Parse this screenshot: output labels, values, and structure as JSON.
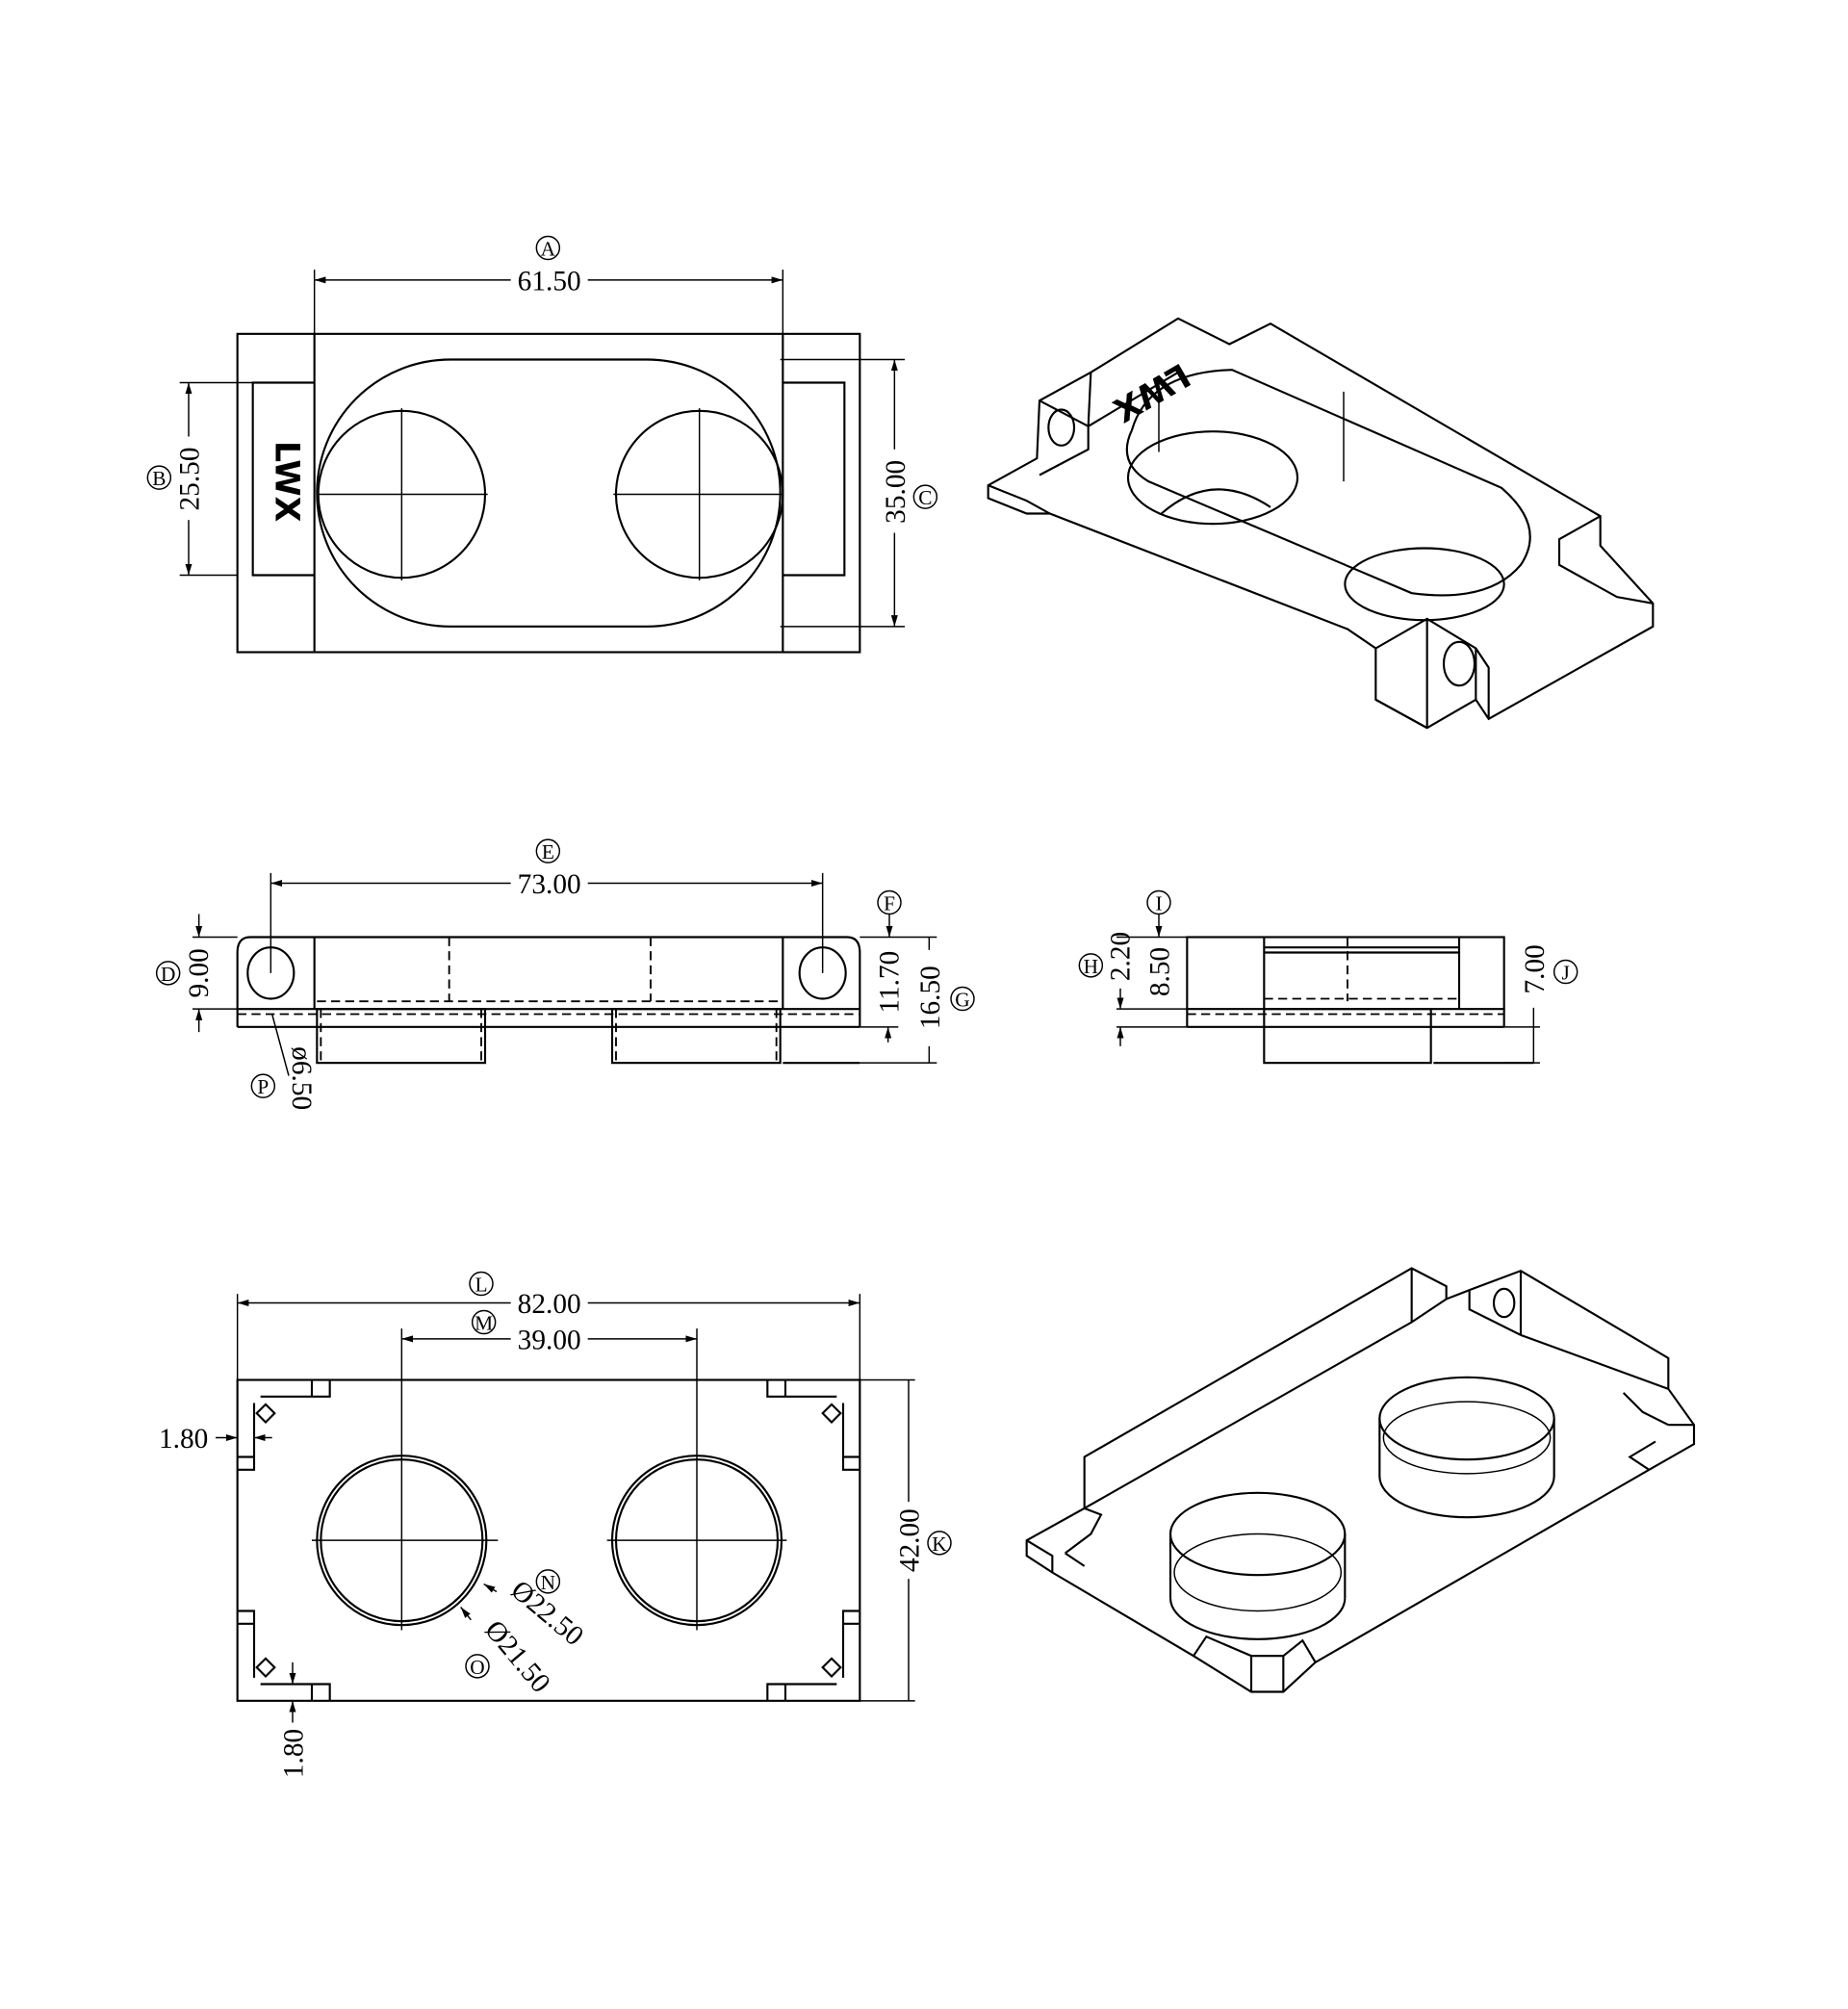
{
  "logo_text": "LWX",
  "top_view": {
    "A": {
      "tag": "A",
      "value": "61.50"
    },
    "B": {
      "tag": "B",
      "value": "25.50"
    },
    "C": {
      "tag": "C",
      "value": "35.00"
    }
  },
  "front_view": {
    "E": {
      "tag": "E",
      "value": "73.00"
    },
    "D": {
      "tag": "D",
      "value": "9.00"
    },
    "F": {
      "tag": "F",
      "value": "11.70"
    },
    "G": {
      "tag": "G",
      "value": "16.50"
    },
    "P": {
      "tag": "P",
      "value": "ø6.50"
    }
  },
  "side_view": {
    "H": {
      "tag": "H",
      "value": "8.50"
    },
    "I": {
      "tag": "I",
      "value": "2.20"
    },
    "J": {
      "tag": "J",
      "value": "7.00"
    }
  },
  "bottom_view": {
    "L": {
      "tag": "L",
      "value": "82.00"
    },
    "M": {
      "tag": "M",
      "value": "39.00"
    },
    "K": {
      "tag": "K",
      "value": "42.00"
    },
    "N": {
      "tag": "N",
      "value": "Ø22.50"
    },
    "O": {
      "tag": "O",
      "value": "Ø21.50"
    },
    "wall_left": "1.80",
    "wall_bottom": "1.80"
  }
}
